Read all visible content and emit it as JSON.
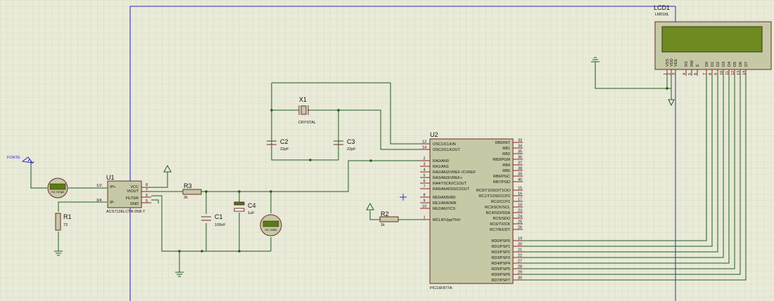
{
  "labels": {
    "fonte": "FONTE",
    "u1": {
      "ref": "U1",
      "part": "ACS712ELCTR-05B-T",
      "pin1": "1/2",
      "pin2": "3/4",
      "ip_plus": "IP+",
      "ip_minus": "IP-",
      "vcc": "VCC",
      "viout": "VIOUT",
      "filter": "FILTER",
      "gnd": "GND",
      "p8": "8",
      "p7": "7",
      "p6": "6",
      "p5": "5"
    },
    "ammeter": "AC Amps",
    "voltmeter": "AC Volts",
    "r1": {
      "ref": "R1",
      "value": "73"
    },
    "r2": {
      "ref": "R2",
      "value": "1k"
    },
    "r3": {
      "ref": "R3",
      "value": "2k"
    },
    "c1": {
      "ref": "C1",
      "value": "100nF"
    },
    "c2": {
      "ref": "C2",
      "value": "22pF"
    },
    "c3": {
      "ref": "C3",
      "value": "22pF"
    },
    "c4": {
      "ref": "C4",
      "value": "1uF"
    },
    "x1": {
      "ref": "X1",
      "value": "CRYSTAL"
    },
    "lcd": {
      "ref": "LCD1",
      "part": "LM016L",
      "pins": [
        "VSS",
        "VDD",
        "VEE",
        "RS",
        "RW",
        "E",
        "D0",
        "D1",
        "D2",
        "D3",
        "D4",
        "D5",
        "D6",
        "D7"
      ],
      "nums": [
        "1",
        "2",
        "3",
        "4",
        "5",
        "6",
        "7",
        "8",
        "9",
        "10",
        "11",
        "12",
        "13",
        "14"
      ]
    }
  },
  "mcu": {
    "ref": "U2",
    "part": "PIC16F877A",
    "left": [
      {
        "num": "13",
        "name": "OSC1/CLKIN"
      },
      {
        "num": "14",
        "name": "OSC2/CLKOUT"
      },
      {
        "num": "2",
        "name": "RA0/AN0"
      },
      {
        "num": "3",
        "name": "RA1/AN1"
      },
      {
        "num": "4",
        "name": "RA2/AN2/VREF-/CVREF"
      },
      {
        "num": "5",
        "name": "RA3/AN3/VREF+"
      },
      {
        "num": "6",
        "name": "RA4/T0CKI/C1OUT"
      },
      {
        "num": "7",
        "name": "RA5/AN4/SS/C2OUT"
      },
      {
        "num": "8",
        "name": "RE0/AN5/RD"
      },
      {
        "num": "9",
        "name": "RE1/AN6/WR"
      },
      {
        "num": "10",
        "name": "RE2/AN7/CS"
      },
      {
        "num": "1",
        "name": "MCLR/Vpp/THV"
      }
    ],
    "right": [
      {
        "num": "33",
        "name": "RB0/INT"
      },
      {
        "num": "34",
        "name": "RB1"
      },
      {
        "num": "35",
        "name": "RB2"
      },
      {
        "num": "36",
        "name": "RB3/PGM"
      },
      {
        "num": "37",
        "name": "RB4"
      },
      {
        "num": "38",
        "name": "RB5"
      },
      {
        "num": "39",
        "name": "RB6/PGC"
      },
      {
        "num": "40",
        "name": "RB7/PGD"
      },
      {
        "num": "15",
        "name": "RC0/T1OSO/T1CKI"
      },
      {
        "num": "16",
        "name": "RC1/T1OSI/CCP2"
      },
      {
        "num": "17",
        "name": "RC2/CCP1"
      },
      {
        "num": "18",
        "name": "RC3/SCK/SCL"
      },
      {
        "num": "23",
        "name": "RC4/SDI/SDA"
      },
      {
        "num": "24",
        "name": "RC5/SDO"
      },
      {
        "num": "25",
        "name": "RC6/TX/CK"
      },
      {
        "num": "26",
        "name": "RC7/RX/DT"
      },
      {
        "num": "19",
        "name": "RD0/PSP0"
      },
      {
        "num": "20",
        "name": "RD1/PSP1"
      },
      {
        "num": "21",
        "name": "RD2/PSP2"
      },
      {
        "num": "22",
        "name": "RD3/PSP3"
      },
      {
        "num": "27",
        "name": "RD4/PSP4"
      },
      {
        "num": "28",
        "name": "RD5/PSP5"
      },
      {
        "num": "29",
        "name": "RD6/PSP6"
      },
      {
        "num": "30",
        "name": "RD7/PSP7"
      }
    ]
  },
  "colors": {
    "wire": "#1f5c1f",
    "body": "#c7c9a6",
    "lcd_screen": "#6f8a21",
    "frame": "#2b2bbf"
  }
}
